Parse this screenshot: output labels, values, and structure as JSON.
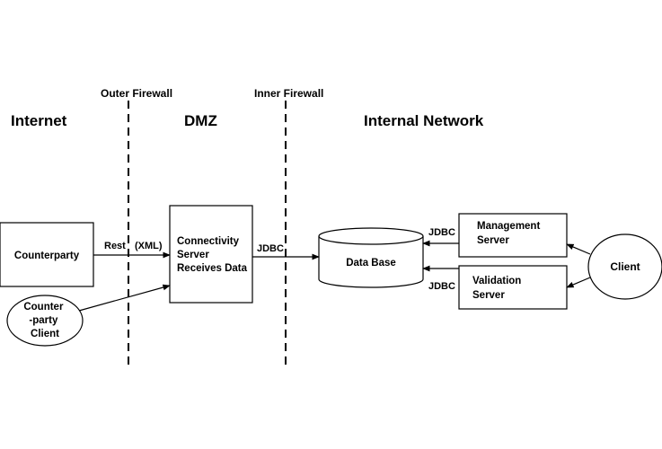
{
  "firewalls": {
    "outer": "Outer Firewall",
    "inner": "Inner Firewall"
  },
  "zones": {
    "internet": "Internet",
    "dmz": "DMZ",
    "internal": "Internal Network"
  },
  "nodes": {
    "counterparty": "Counterparty",
    "counterparty_client": [
      "Counter",
      "-party",
      "Client"
    ],
    "connectivity_server": [
      "Connectivity",
      "Server",
      "Receives Data"
    ],
    "database": "Data Base",
    "management_server": [
      "Management",
      "Server"
    ],
    "validation_server": [
      "Validation",
      "Server"
    ],
    "client": "Client"
  },
  "edges": {
    "rest": "Rest",
    "xml": "(XML)",
    "jdbc_dmz": "JDBC",
    "jdbc_mgmt": "JDBC",
    "jdbc_valid": "JDBC"
  }
}
